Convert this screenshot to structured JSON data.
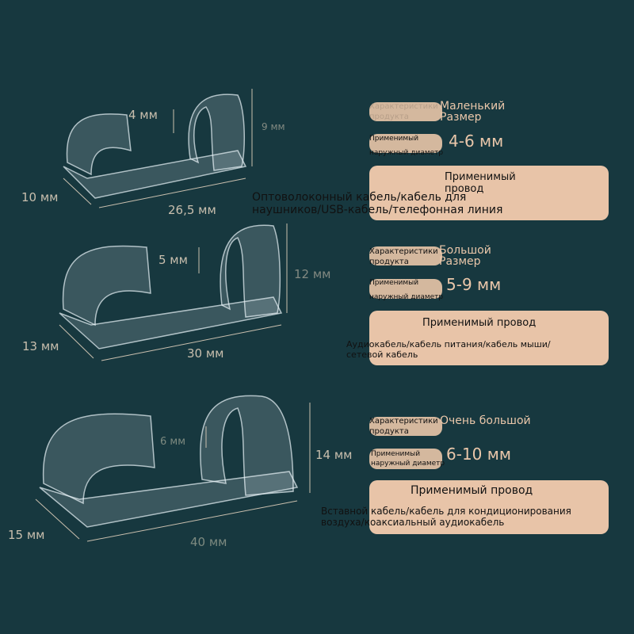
{
  "products": [
    {
      "height_label": "4 мм",
      "width_label": "10 мм",
      "length_label": "26,5 мм",
      "side_label": "9 мм",
      "feature_label": "Характеристики продукта",
      "feature_value": "Маленький Размер",
      "diameter_label": "Применимый наружный диаметр",
      "diameter_value": "4-6 мм",
      "wire_title": "Применимый провод",
      "wire_list": "Оптоволоконный кабель/кабель для наушников/USB-кабель/телефонная линия"
    },
    {
      "height_label": "5 мм",
      "width_label": "13 мм",
      "length_label": "30 мм",
      "side_label": "12 мм",
      "feature_label": "Характеристики продукта",
      "feature_value": "Большой Размер",
      "diameter_label": "Применимый наружный диаметр",
      "diameter_value": "5-9 мм",
      "wire_title": "Применимый провод",
      "wire_list": "Аудиокабель/кабель питания/кабель мыши/сетевой кабель"
    },
    {
      "height_label": "6 мм",
      "width_label": "15 мм",
      "length_label": "40 мм",
      "side_label": "14 мм",
      "feature_label": "Характеристики продукта",
      "feature_value": "Очень большой",
      "diameter_label": "Применимый наружный диаметр",
      "diameter_value": "6-10 мм",
      "wire_title": "Применимый провод",
      "wire_list": "Вставной кабель/кабель для кондиционирования воздуха/коаксиальный аудиокабель"
    }
  ],
  "colors": {
    "background": "#17383f",
    "accent": "#e8c4a8"
  }
}
